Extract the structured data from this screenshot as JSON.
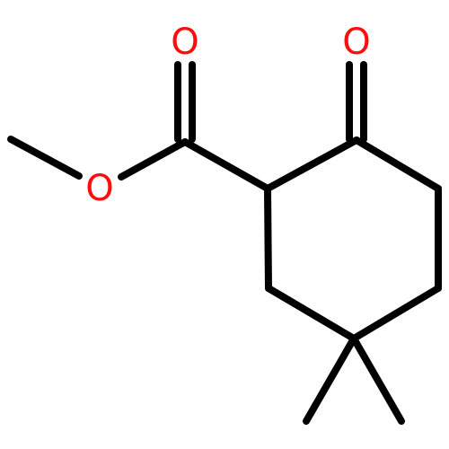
{
  "molecule": {
    "atoms": [
      {
        "id": "O_carbonyl_ester",
        "label": "O"
      },
      {
        "id": "O_ketone",
        "label": "O"
      },
      {
        "id": "O_ester",
        "label": "O"
      }
    ]
  },
  "colors": {
    "bond": "#000000",
    "oxygen": "#ff0d0d",
    "background": "#ffffff"
  }
}
